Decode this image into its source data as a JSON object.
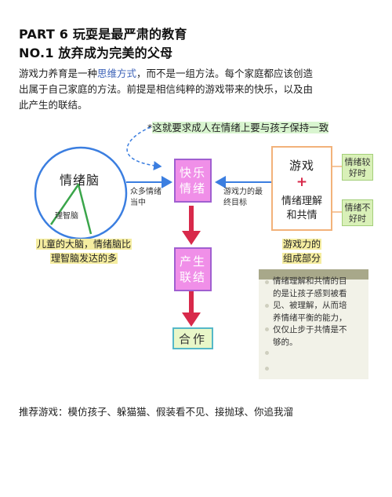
{
  "header": {
    "part_title": "PART 6 玩耍是最严肃的教育",
    "no_title": "NO.1 放弃成为完美的父母"
  },
  "intro": {
    "line1_pre": "游戏力养育是一种",
    "line1_highlight": "思维方式",
    "line1_post": "，而不是一组方法。每个家庭都应该创造",
    "line2": "出属于自己家庭的方法。前提是相信纯粹的游戏带来的快乐，以及由",
    "line3": "此产生的联结。"
  },
  "note_top": {
    "star": "*",
    "text": "这就要求成人在情绪上要与孩子保持一致"
  },
  "brain": {
    "emotional_brain": "情绪脑",
    "rational_brain": "理智脑",
    "caption_line1": "儿童的大脑，情绪脑比",
    "caption_line2": "理智脑发达的多"
  },
  "flow": {
    "left_note_line1": "众多情绪",
    "left_note_line2": "当中",
    "right_note_line1": "游戏力的最",
    "right_note_line2": "终目标",
    "joy_line1": "快乐",
    "joy_line2": "情绪",
    "connection_line1": "产生",
    "connection_line2": "联结",
    "cooperation": "合作"
  },
  "components": {
    "game": "游戏",
    "plus": "+",
    "empathy_line1": "情绪理解",
    "empathy_line2": "和共情",
    "good_mood_line1": "情绪较",
    "good_mood_line2": "好时",
    "bad_mood_line1": "情绪不",
    "bad_mood_line2": "好时",
    "caption_line1": "游戏力的",
    "caption_line2": "组成部分"
  },
  "notepad": {
    "line1": "情绪理解和共情的目",
    "line2": "的是让孩子感到被看",
    "line3": "见、被理解，从而培",
    "line4": "养情绪平衡的能力，",
    "line5": "仅仅止步于共情是不",
    "line6": "够的。"
  },
  "bottom": {
    "text": "推荐游戏：模仿孩子、躲猫猫、假装看不见、接抛球、你追我溜"
  },
  "colors": {
    "pink_fill": "#f08fe8",
    "purple_border": "#a05fd0",
    "arrow_red": "#d8294a",
    "blue_line": "#3b7ee0",
    "orange_border": "#f2b27a",
    "lime_fill": "#d9f0b8"
  }
}
